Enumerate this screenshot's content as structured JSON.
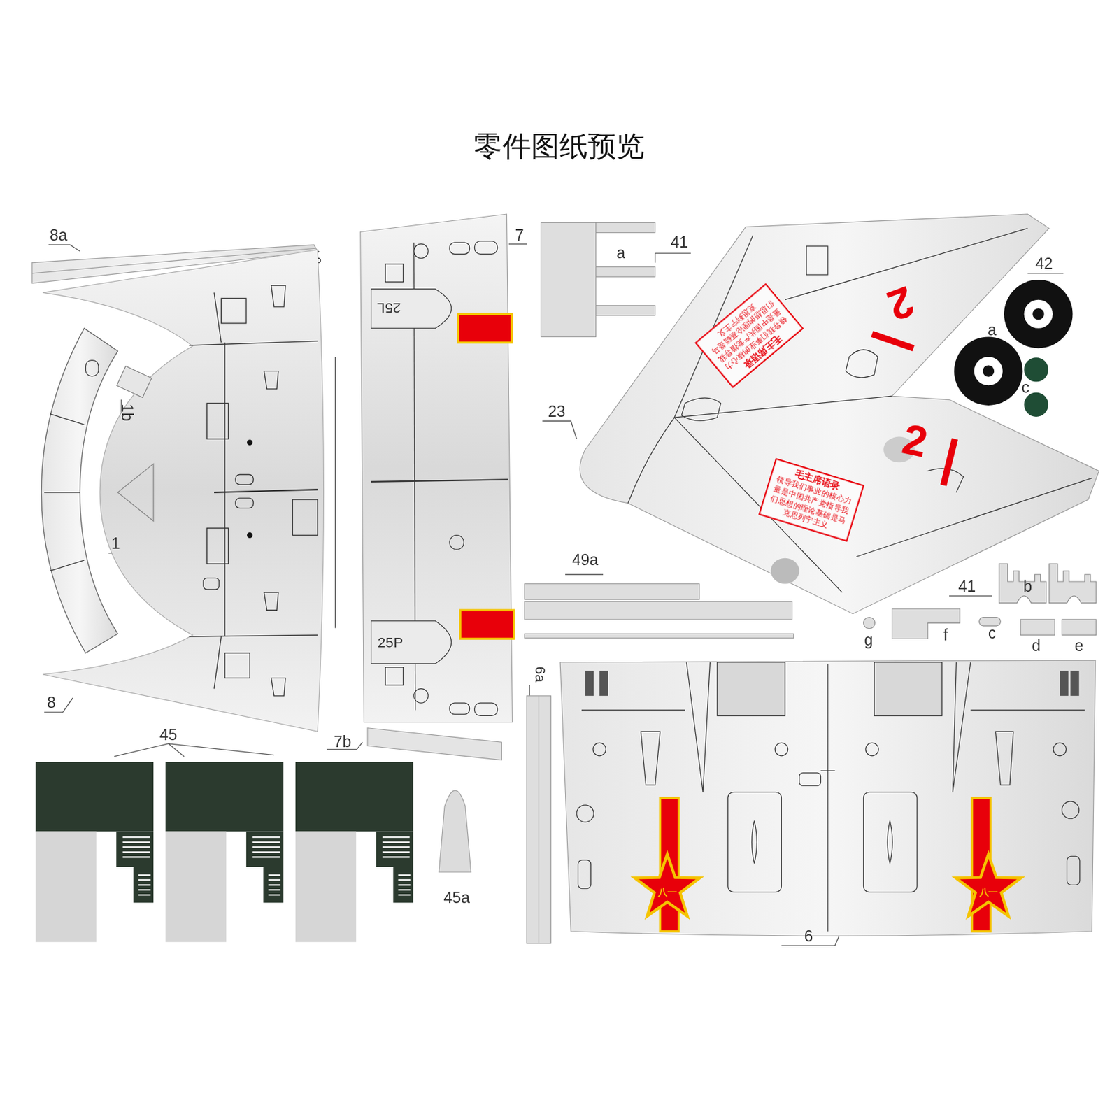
{
  "diagram": {
    "title": "零件图纸预览",
    "nodes": [
      {
        "text": [
          "毛主席语录",
          "领导我们事业的核心力量是中国共产党指导我们思想的理论基础是马克思列宁主义"
        ]
      },
      {
        "text": [
          "毛主席语录",
          "领导我们事业的核心力量是中国共产党指导我们思想的理论基础是马克思列宁主义"
        ]
      }
    ],
    "labels": [
      "8a",
      "1b",
      "1",
      "8",
      "7",
      "25L",
      "25P",
      "7b",
      "45",
      "45a",
      "41",
      "a",
      "23",
      "2",
      "2",
      "42",
      "a",
      "c",
      "49a",
      "41",
      "b",
      "g",
      "f",
      "c",
      "d",
      "e",
      "6a",
      "八一",
      "八一",
      "6"
    ]
  }
}
